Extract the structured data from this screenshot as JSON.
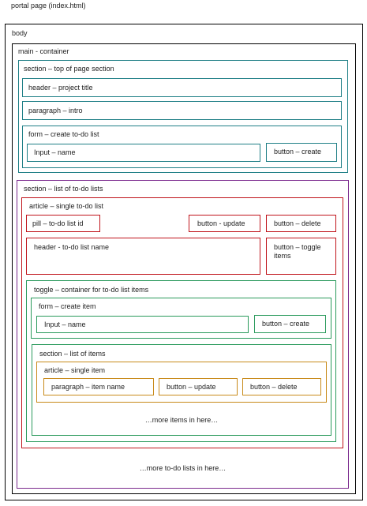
{
  "colors": {
    "black": "#000000",
    "teal": "#1f7f86",
    "purple": "#7b2a8e",
    "red": "#c0141b",
    "green": "#2a9a5c",
    "orange": "#c88a1a"
  },
  "labels": {
    "portal_page": "portal page (index.html)",
    "body": "body",
    "main_container": "main - container",
    "section_top": "section – top of page section",
    "header_project_title": "header – project title",
    "paragraph_intro": "paragraph – intro",
    "form_create_list": "form – create to-do list",
    "input_name": "Input – name",
    "button_create": "button – create",
    "section_lists": "section – list of to-do lists",
    "article_single_list": "article – single to-do list",
    "pill_list_id": "pill – to-do list id",
    "button_update": "button - update",
    "button_delete": "button – delete",
    "header_list_name": "header - to-do list name",
    "button_toggle_items": "button – toggle items",
    "toggle_container": "toggle – container for to-do list items",
    "form_create_item": "form – create item",
    "input_name_item": "Input – name",
    "button_create_item": "button – create",
    "section_list_items": "section – list of items",
    "article_single_item": "article – single item",
    "paragraph_item_name": "paragraph – item name",
    "button_update_item": "button – update",
    "button_delete_item": "button – delete",
    "more_items": "…more items in here…",
    "more_lists": "…more to-do lists in here…"
  }
}
